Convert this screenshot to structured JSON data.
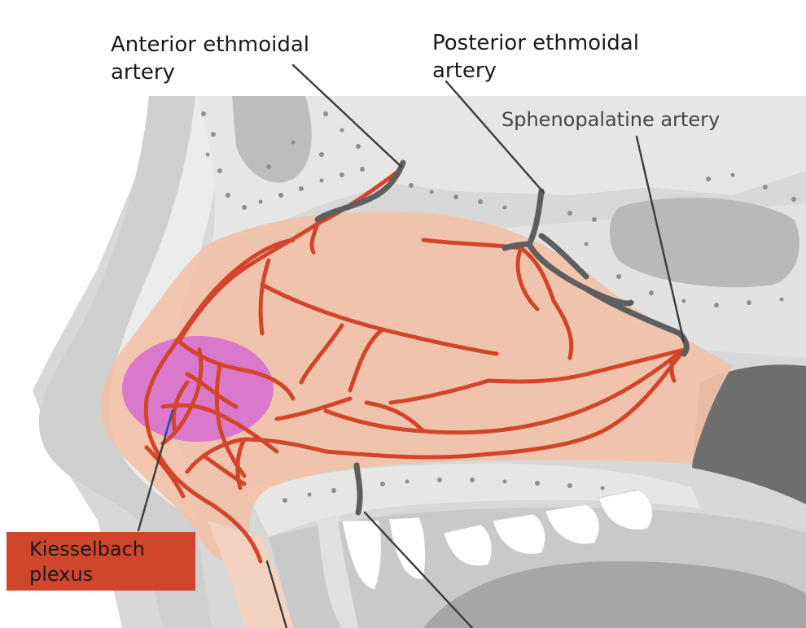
{
  "labels": {
    "anterior_ethmoidal_line1": "Anterior ethmoidal",
    "anterior_ethmoidal_line2": "artery",
    "posterior_ethmoidal_line1": "Posterior ethmoidal",
    "posterior_ethmoidal_line2": "artery",
    "sphenopalatine": "Sphenopalatine artery",
    "kiesselbach_line1": "Kiesselbach",
    "kiesselbach_line2": "plexus"
  },
  "colors": {
    "bone": "#e4e4e4",
    "bone_dots": "#9a9a9a",
    "mucosa": "#f2c1a8",
    "artery": "#d2452a",
    "gray_vessel": "#5e5e5e",
    "plexus_zone": "#d66bd0",
    "label_box": "#d0462c",
    "leader_line": "#3c3c3c"
  }
}
